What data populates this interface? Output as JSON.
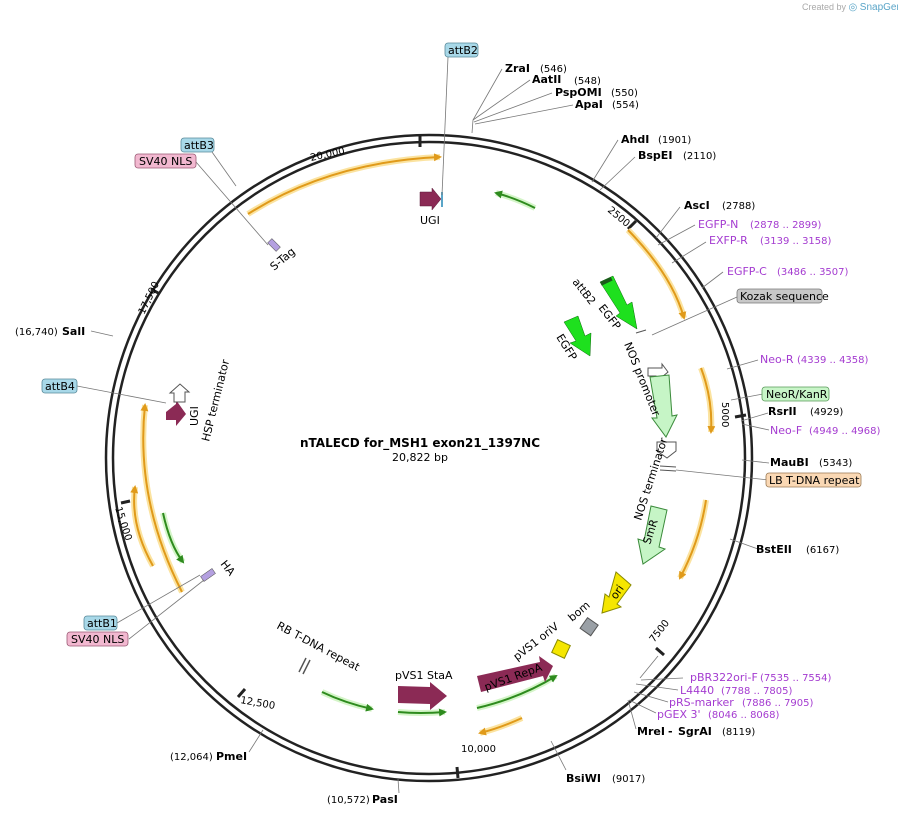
{
  "credit": {
    "created_by": "Created by",
    "brand": "SnapGene"
  },
  "map": {
    "name": "nTALECD for_MSH1 exon21_1397NC",
    "size": "20,822 bp"
  },
  "ticks": [
    "2500",
    "5000",
    "7500",
    "10,000",
    "12,500",
    "15,000",
    "17,500",
    "20,000"
  ],
  "enzymes": [
    {
      "name": "ZraI",
      "pos": "(546)"
    },
    {
      "name": "AatII",
      "pos": "(548)"
    },
    {
      "name": "PspOMI",
      "pos": "(550)"
    },
    {
      "name": "ApaI",
      "pos": "(554)"
    },
    {
      "name": "AhdI",
      "pos": "(1901)"
    },
    {
      "name": "BspEI",
      "pos": "(2110)"
    },
    {
      "name": "AscI",
      "pos": "(2788)"
    },
    {
      "name": "RsrII",
      "pos": "(4929)"
    },
    {
      "name": "MauBI",
      "pos": "(5343)"
    },
    {
      "name": "BstEII",
      "pos": "(6167)"
    },
    {
      "name": "MreI",
      "pos": ""
    },
    {
      "name": "SgrAI",
      "pos": "(8119)"
    },
    {
      "name": "BsiWI",
      "pos": "(9017)"
    },
    {
      "name": "PasI",
      "pos": "(10,572)"
    },
    {
      "name": "PmeI",
      "pos": "(12,064)"
    },
    {
      "name": "SalI",
      "pos": "(16,740)"
    }
  ],
  "primers": [
    {
      "name": "EGFP-N",
      "range": "(2878 .. 2899)"
    },
    {
      "name": "EXFP-R",
      "range": "(3139 .. 3158)"
    },
    {
      "name": "EGFP-C",
      "range": "(3486 .. 3507)"
    },
    {
      "name": "Neo-R",
      "range": "(4339 .. 4358)"
    },
    {
      "name": "Neo-F",
      "range": "(4949 .. 4968)"
    },
    {
      "name": "pBR322ori-F",
      "range": "(7535 .. 7554)"
    },
    {
      "name": "L4440",
      "range": "(7788 .. 7805)"
    },
    {
      "name": "pRS-marker",
      "range": "(7886 .. 7905)"
    },
    {
      "name": "pGEX 3'",
      "range": "(8046 .. 8068)"
    }
  ],
  "boxed_labels": [
    {
      "text": "attB2",
      "color": "#a8d8e8"
    },
    {
      "text": "attB3",
      "color": "#a8d8e8"
    },
    {
      "text": "SV40 NLS",
      "color": "#f2b8d0"
    },
    {
      "text": "Kozak sequence",
      "color": "#c8c8c8"
    },
    {
      "text": "NeoR/KanR",
      "color": "#c8f5c8"
    },
    {
      "text": "LB T-DNA repeat",
      "color": "#fad8b4"
    },
    {
      "text": "attB4",
      "color": "#a8d8e8"
    },
    {
      "text": "attB1",
      "color": "#a8d8e8"
    },
    {
      "text": "SV40 NLS",
      "color": "#f2b8d0"
    }
  ],
  "features": [
    "UGI",
    "S-Tag",
    "attB2",
    "EGFP",
    "EGFP",
    "NOS promoter",
    "NOS terminator",
    "SmR",
    "ori",
    "bom",
    "pVS1 oriV",
    "pVS1 RepA",
    "pVS1 StaA",
    "RB T-DNA repeat",
    "HA",
    "UGI",
    "HSP terminator"
  ],
  "colors": {
    "orange": "#e09a1a",
    "green": "#2e8b1e",
    "bright_green": "#1ee01e",
    "light_green": "#c6f5c6",
    "maroon": "#8b2a55",
    "yellow": "#f5e600",
    "grey": "#9aa0a6",
    "primer": "#a43bd0"
  }
}
